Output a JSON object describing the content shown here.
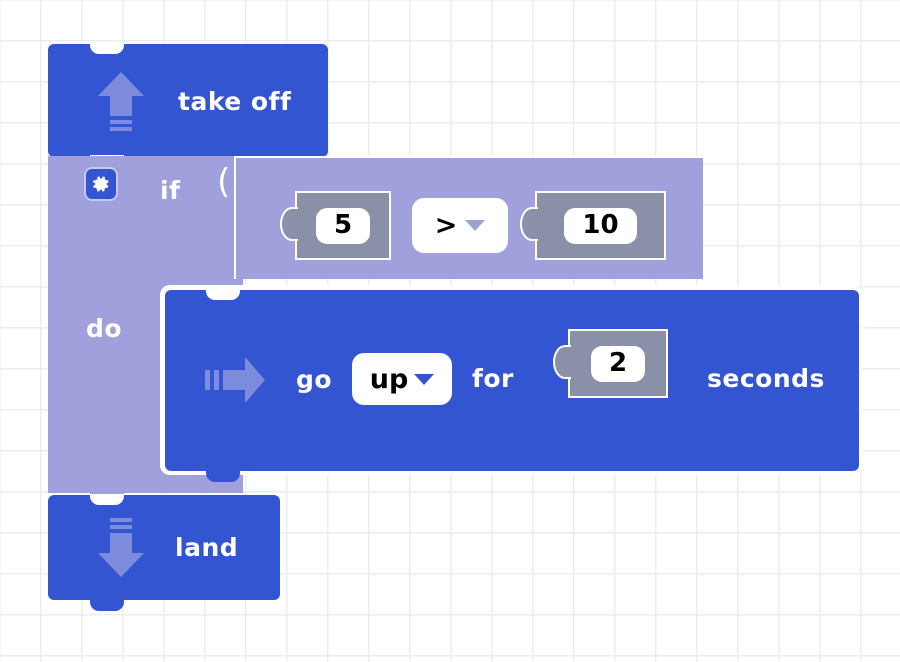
{
  "workspace": {
    "background_color": "#ffffff",
    "grid_color": "#eceded",
    "grid_size": 41
  },
  "palette": {
    "block_blue": "#3355d1",
    "block_purple": "#9fa0dc",
    "value_gray": "#8a90a8",
    "field_white": "#ffffff",
    "icon_light_blue": "#7d8bdd"
  },
  "program": {
    "blocks": [
      {
        "id": "takeoff",
        "type": "statement",
        "label": "take  off",
        "icon": "arrow-up-takeoff-icon",
        "color": "#3355d1"
      },
      {
        "id": "if",
        "type": "control-if",
        "label": "if",
        "do_label": "do",
        "mutator_icon": "gear-icon",
        "color": "#9fa0dc",
        "condition": {
          "type": "logic-compare",
          "left": {
            "type": "math-number",
            "value": "5"
          },
          "operator": {
            "selected": ">",
            "icon": "chevron-down-icon"
          },
          "right": {
            "type": "math-number",
            "value": "10"
          }
        },
        "body": [
          {
            "id": "go",
            "type": "statement",
            "icon": "arrow-right-go-icon",
            "color": "#3355d1",
            "text_go": "go",
            "direction": {
              "selected": "up",
              "icon": "chevron-down-icon"
            },
            "text_for": "for",
            "duration": {
              "type": "math-number",
              "value": "2"
            },
            "text_seconds": "seconds"
          }
        ]
      },
      {
        "id": "land",
        "type": "statement",
        "label": "land",
        "icon": "arrow-down-land-icon",
        "color": "#3355d1"
      }
    ]
  }
}
